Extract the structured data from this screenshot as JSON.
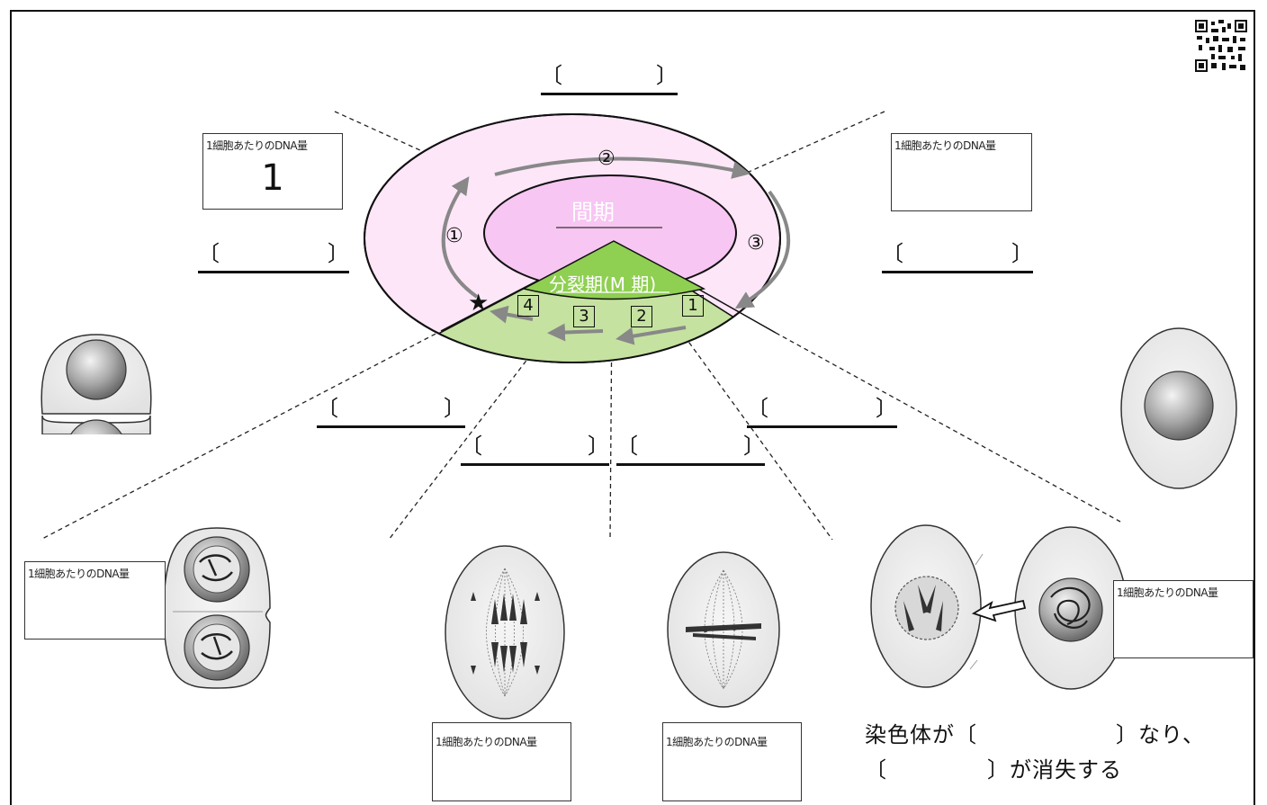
{
  "diagram": {
    "interphase_label": "間期",
    "mitosis_label": "分裂期(M 期)",
    "interphase_steps": [
      "①",
      "②",
      "③"
    ],
    "mitosis_steps": [
      "1",
      "2",
      "3",
      "4"
    ],
    "star": "★",
    "bracket_left": "〔",
    "bracket_right": "〕"
  },
  "dna_box_label": "1細胞あたりのDNA量",
  "dna_boxes": {
    "top_left": {
      "label": "1細胞あたりのDNA量",
      "value": "1"
    },
    "top_right": {
      "label": "1細胞あたりのDNA量",
      "value": ""
    },
    "bottom_left": {
      "label": "1細胞あたりのDNA量",
      "value": ""
    },
    "bottom_mid1": {
      "label": "1細胞あたりのDNA量",
      "value": ""
    },
    "bottom_mid2": {
      "label": "1細胞あたりのDNA量",
      "value": ""
    },
    "bottom_right": {
      "label": "1細胞あたりのDNA量",
      "value": ""
    }
  },
  "sentence": {
    "line1_a": "染色体が〔",
    "line1_b": "〕なり、",
    "line2_a": "〔",
    "line2_b": "〕が消失する"
  }
}
